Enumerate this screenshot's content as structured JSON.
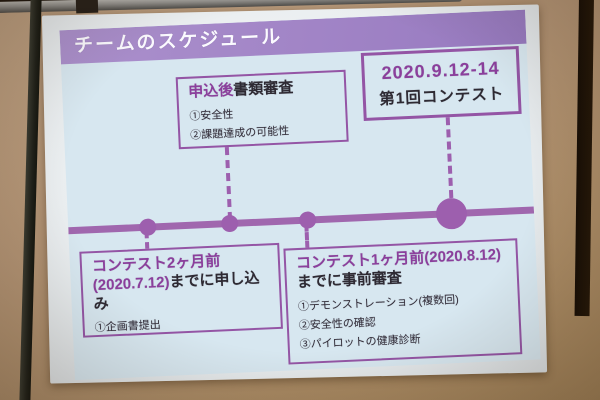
{
  "slide": {
    "title": "チームのスケジュール",
    "boxes": {
      "review": {
        "title_accent": "申込後",
        "title_rest": "書類審査",
        "items": [
          "①安全性",
          "②課題達成の可能性"
        ]
      },
      "contest": {
        "line1": "2020.9.12-14",
        "line2": "第1回コンテスト"
      },
      "apply": {
        "line1_accent": "コンテスト2ヶ月前",
        "line2_accent": "(2020.7.12)",
        "line2_rest": "までに申し込み",
        "items": [
          "①企画書提出"
        ]
      },
      "pre_review": {
        "line1_accent": "コンテスト1ヶ月前(2020.8.12)",
        "line2_rest": "までに事前審査",
        "items": [
          "①デモンストレーション(複数回)",
          "②安全性の確認",
          "③パイロットの健康診断"
        ]
      }
    },
    "colors": {
      "banner_purple": "#a184c6",
      "accent_text_purple": "#8b3f9c",
      "body_text": "#2e2a33",
      "box_border_purple": "#9455a5",
      "timeline_purple": "#a067ae",
      "slide_background": "#d7e7f0",
      "screen_white": "#eef2f4",
      "wall_tan": "#b09070"
    }
  }
}
